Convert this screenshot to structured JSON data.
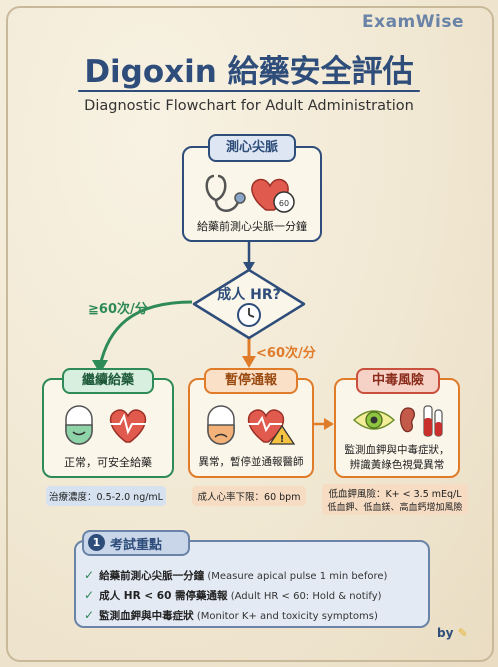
{
  "brand": "ExamWise",
  "title": "Digoxin 給藥安全評估",
  "subtitle": "Diagnostic Flowchart for Adult Administration",
  "step1": {
    "label": "測心尖脈",
    "caption": "給藥前測心尖脈一分鐘",
    "timer": "60"
  },
  "decision": {
    "label": "成人 HR?",
    "left_branch": "≧60次/分",
    "down_branch": "<60次/分"
  },
  "continue": {
    "label": "繼續給藥",
    "caption": "正常，可安全給藥",
    "note": "治療濃度：0.5-2.0 ng/mL"
  },
  "hold": {
    "label": "暫停通報",
    "caption": "異常，暫停並通報醫師",
    "note": "成人心率下限：60 bpm"
  },
  "toxicity": {
    "label": "中毒風險",
    "caption_line1": "監測血鉀與中毒症狀，",
    "caption_line2": "辨識黃綠色視覺異常",
    "note_line1": "低血鉀風險：K+ < 3.5 mEq/L",
    "note_line2": "低血鉀、低血鎂、高血鈣增加風險"
  },
  "exam": {
    "number": "1",
    "title": "考試重點",
    "items": [
      {
        "bold": "給藥前測心尖脈一分鐘",
        "normal": " (Measure apical pulse 1 min before)"
      },
      {
        "bold": "成人 HR < 60 需停藥通報",
        "normal": " (Adult HR < 60: Hold & notify)"
      },
      {
        "bold": "監測血鉀與中毒症狀",
        "normal": " (Monitor K+ and toxicity symptoms)"
      }
    ]
  },
  "byline": "by",
  "colors": {
    "navy": "#2e4d7a",
    "green": "#2e8a57",
    "orange": "#e07b2a",
    "red": "#c9503c",
    "blue": "#6a83a6"
  }
}
